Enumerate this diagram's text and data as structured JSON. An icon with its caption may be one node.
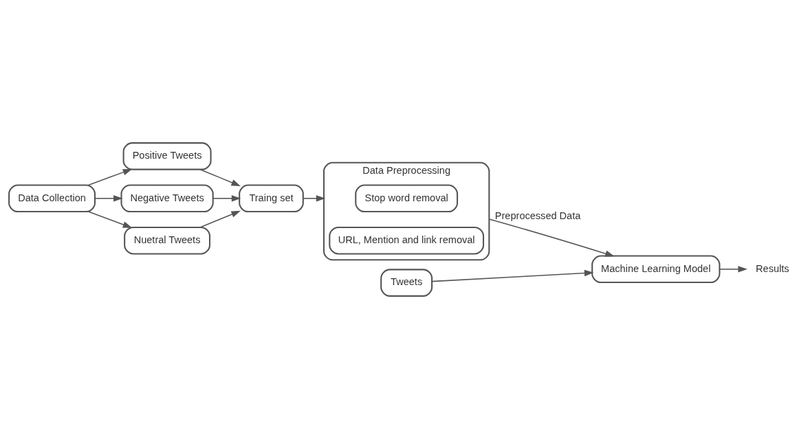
{
  "diagram": {
    "nodes": [
      {
        "text": [
          "Data Collection"
        ]
      },
      {
        "text": [
          "Positive Tweets"
        ]
      },
      {
        "text": [
          "Negative Tweets"
        ]
      },
      {
        "text": [
          "Nuetral Tweets"
        ]
      },
      {
        "text": [
          "Traing set"
        ]
      },
      {
        "text": [
          "Data Preprocessing"
        ]
      },
      {
        "text": [
          "Stop word removal"
        ],
        "in": 5
      },
      {
        "text": [
          "URL, Mention and link removal"
        ],
        "in": 5
      },
      {
        "text": [
          "Machine Learning Model"
        ]
      },
      {
        "text": [
          "Results"
        ]
      },
      {
        "text": [
          "Tweets"
        ]
      }
    ],
    "edges": [
      {
        "from": 0,
        "to": 1,
        "arrow": "to"
      },
      {
        "from": 0,
        "to": 2,
        "arrow": "to"
      },
      {
        "from": 0,
        "to": 3,
        "arrow": "to"
      },
      {
        "from": 1,
        "to": 4,
        "arrow": "to"
      },
      {
        "from": 2,
        "to": 4,
        "arrow": "to"
      },
      {
        "from": 3,
        "to": 4,
        "arrow": "to"
      },
      {
        "from": 4,
        "to": 5,
        "arrow": "to"
      },
      {
        "from": 5,
        "to": 8,
        "arrow": "to",
        "label": "Preprocessed Data"
      },
      {
        "from": 8,
        "to": 9,
        "arrow": "to"
      },
      {
        "from": 10,
        "to": 8,
        "arrow": "to"
      }
    ]
  }
}
